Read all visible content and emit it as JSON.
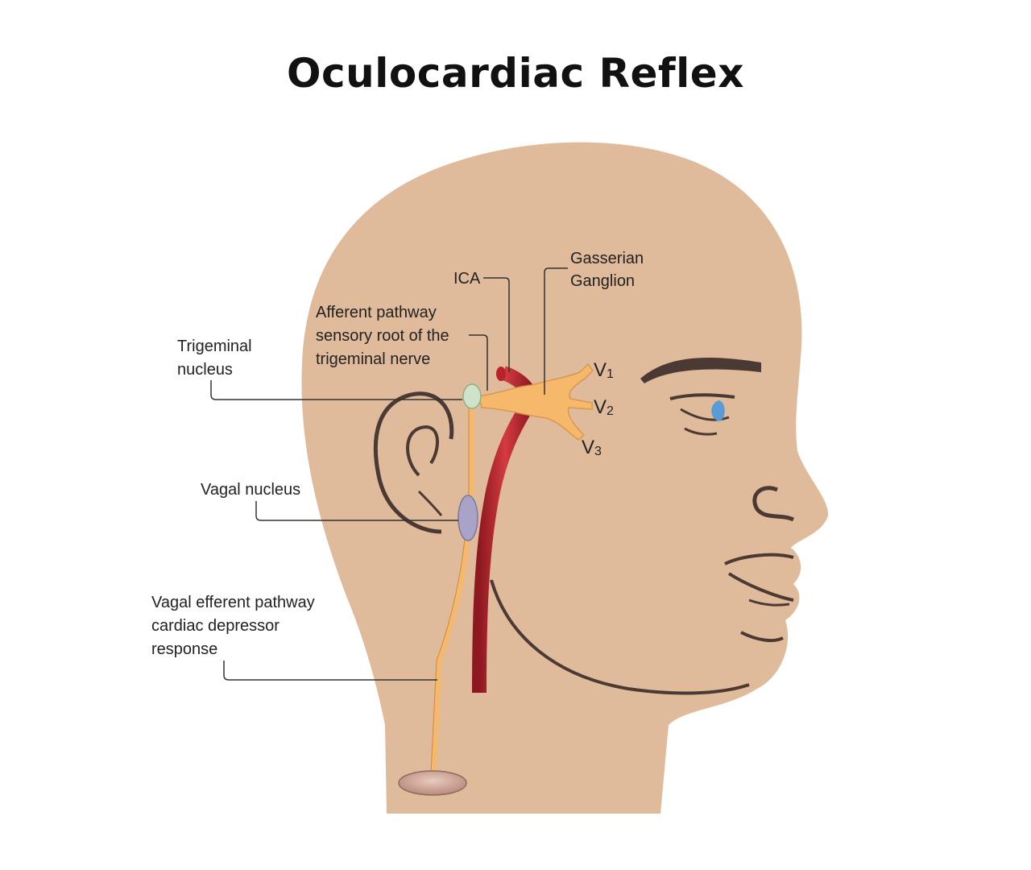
{
  "title": "Oculocardiac Reflex",
  "colors": {
    "skin": "#e0bb9b",
    "outline": "#4a3a33",
    "artery": "#b8232c",
    "nerve": "#f6b86a",
    "trigeminal_nucleus": "#cfe3c8",
    "vagal_nucleus": "#aaa3c8",
    "heart": "#c49a8c",
    "iris": "#5b9bd5"
  },
  "labels": {
    "ica": "ICA",
    "gasserian": [
      "Gasserian",
      "Ganglion"
    ],
    "afferent": [
      "Afferent pathway",
      "sensory root of the",
      "trigeminal nerve"
    ],
    "trigeminal_nucleus": [
      "Trigeminal",
      "nucleus"
    ],
    "vagal_nucleus": "Vagal nucleus",
    "vagal_efferent": [
      "Vagal efferent pathway",
      "cardiac depressor",
      "response"
    ],
    "v1": {
      "letter": "V",
      "sub": "1"
    },
    "v2": {
      "letter": "V",
      "sub": "2"
    },
    "v3": {
      "letter": "V",
      "sub": "3"
    }
  }
}
